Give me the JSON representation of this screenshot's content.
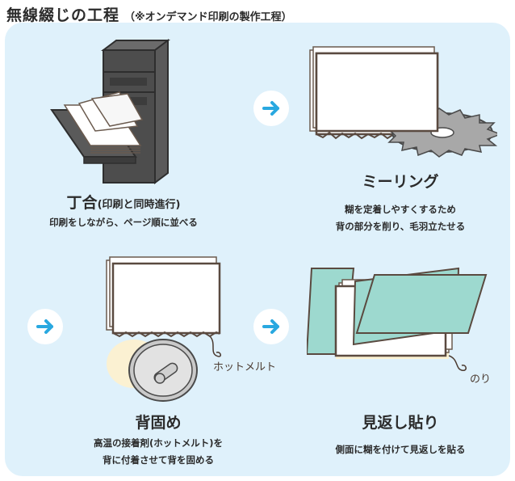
{
  "header": {
    "title": "無線綴じの工程",
    "subtitle": "（※オンデマンド印刷の製作工程）"
  },
  "steps": [
    {
      "name": "丁合",
      "name_suffix": "(印刷と同時進行)",
      "description_lines": [
        "印刷をしながら、ページ順に並べる"
      ]
    },
    {
      "name": "ミーリング",
      "name_suffix": "",
      "description_lines": [
        "糊を定着しやすくするため",
        "背の部分を削り、毛羽立たせる"
      ]
    },
    {
      "name": "背固め",
      "name_suffix": "",
      "description_lines": [
        "高温の接着剤(ホットメルト)を",
        "背に付着させて背を固める"
      ],
      "illustration_label": "ホットメルト"
    },
    {
      "name": "見返し貼り",
      "name_suffix": "",
      "description_lines": [
        "側面に糊を付けて見返しを貼る"
      ],
      "illustration_label": "のり"
    }
  ],
  "arrows": [
    "arrow-right-icon",
    "arrow-right-icon",
    "arrow-right-icon"
  ],
  "colors": {
    "panel": "#dff1fb",
    "arrow": "#29a8e0",
    "machine": "#4d4d4d",
    "endpaper": "#9dd9cf",
    "glue": "#fbf1d2"
  }
}
